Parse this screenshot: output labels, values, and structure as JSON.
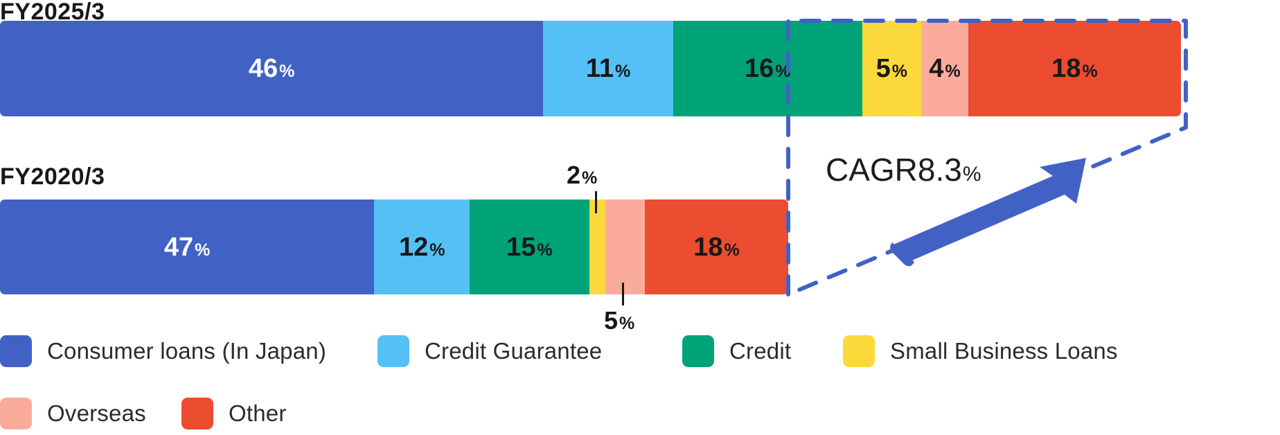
{
  "chart_data": {
    "type": "bar",
    "title": "",
    "subtitle": "",
    "orientation": "horizontal",
    "stacked": true,
    "normalized_percent": true,
    "xlabel": "",
    "ylabel": "",
    "categories": [
      "FY2025/3",
      "FY2020/3"
    ],
    "legend_position": "bottom",
    "grid": false,
    "series": [
      {
        "name": "Consumer loans (In Japan)",
        "color": "#4162c4",
        "values": [
          46,
          47
        ]
      },
      {
        "name": "Credit Guarantee",
        "color": "#54c0f5",
        "values": [
          11,
          12
        ]
      },
      {
        "name": "Credit",
        "color": "#00a277",
        "values": [
          16,
          15
        ]
      },
      {
        "name": "Small Business Loans",
        "color": "#fcd93a",
        "values": [
          5,
          2
        ]
      },
      {
        "name": "Overseas",
        "color": "#fbab9b",
        "values": [
          4,
          5
        ]
      },
      {
        "name": "Other",
        "color": "#ec4c2f",
        "values": [
          18,
          18
        ]
      }
    ],
    "annotations": [
      {
        "text": "CAGR8.3%",
        "value": 8.3,
        "kind": "growth-arrow"
      },
      {
        "text": "2%",
        "kind": "leader-callout",
        "series": "Small Business Loans",
        "category": "FY2020/3"
      },
      {
        "text": "5%",
        "kind": "leader-callout",
        "series": "Overseas",
        "category": "FY2020/3"
      }
    ],
    "bar_total_relative_width": {
      "FY2025/3": 1.0,
      "FY2020/3": 0.6675
    }
  },
  "bars": [
    {
      "label": "FY2025/3",
      "segments": [
        {
          "name": "Consumer loans (In Japan)",
          "num": "46",
          "pct": "%",
          "color": "#4162c4",
          "text_color": "#ffffff",
          "show_label": true
        },
        {
          "name": "Credit Guarantee",
          "num": "11",
          "pct": "%",
          "color": "#54c0f5",
          "text_color": "#17181a",
          "show_label": true
        },
        {
          "name": "Credit",
          "num": "16",
          "pct": "%",
          "color": "#00a277",
          "text_color": "#17181a",
          "show_label": true
        },
        {
          "name": "Small Business Loans",
          "num": "5",
          "pct": "%",
          "color": "#fcd93a",
          "text_color": "#17181a",
          "show_label": true
        },
        {
          "name": "Overseas",
          "num": "4",
          "pct": "%",
          "color": "#fbab9b",
          "text_color": "#17181a",
          "show_label": true
        },
        {
          "name": "Other",
          "num": "18",
          "pct": "%",
          "color": "#ec4c2f",
          "text_color": "#17181a",
          "show_label": true
        }
      ]
    },
    {
      "label": "FY2020/3",
      "segments": [
        {
          "name": "Consumer loans (In Japan)",
          "num": "47",
          "pct": "%",
          "color": "#4162c4",
          "text_color": "#ffffff",
          "show_label": true
        },
        {
          "name": "Credit Guarantee",
          "num": "12",
          "pct": "%",
          "color": "#54c0f5",
          "text_color": "#17181a",
          "show_label": true
        },
        {
          "name": "Credit",
          "num": "15",
          "pct": "%",
          "color": "#00a277",
          "text_color": "#17181a",
          "show_label": true
        },
        {
          "name": "Small Business Loans",
          "num": "2",
          "pct": "%",
          "color": "#fcd93a",
          "text_color": "#17181a",
          "show_label": false
        },
        {
          "name": "Overseas",
          "num": "5",
          "pct": "%",
          "color": "#fbab9b",
          "text_color": "#17181a",
          "show_label": false
        },
        {
          "name": "Other",
          "num": "18",
          "pct": "%",
          "color": "#ec4c2f",
          "text_color": "#17181a",
          "show_label": true
        }
      ]
    }
  ],
  "callouts": {
    "small_business": {
      "num": "2",
      "pct": "%"
    },
    "overseas": {
      "num": "5",
      "pct": "%"
    }
  },
  "cagr": {
    "prefix": "CAGR8.3",
    "suffix": "%",
    "arrow_color": "#4162c4",
    "box_color": "#4162c4"
  },
  "legend": {
    "rows": [
      [
        {
          "label": "Consumer loans (In Japan)",
          "color": "#4162c4"
        },
        {
          "label": "Credit Guarantee",
          "color": "#54c0f5"
        },
        {
          "label": "Credit",
          "color": "#00a277"
        },
        {
          "label": "Small Business Loans",
          "color": "#fcd93a"
        }
      ],
      [
        {
          "label": "Overseas",
          "color": "#fbab9b"
        },
        {
          "label": "Other",
          "color": "#ec4c2f"
        }
      ]
    ]
  }
}
